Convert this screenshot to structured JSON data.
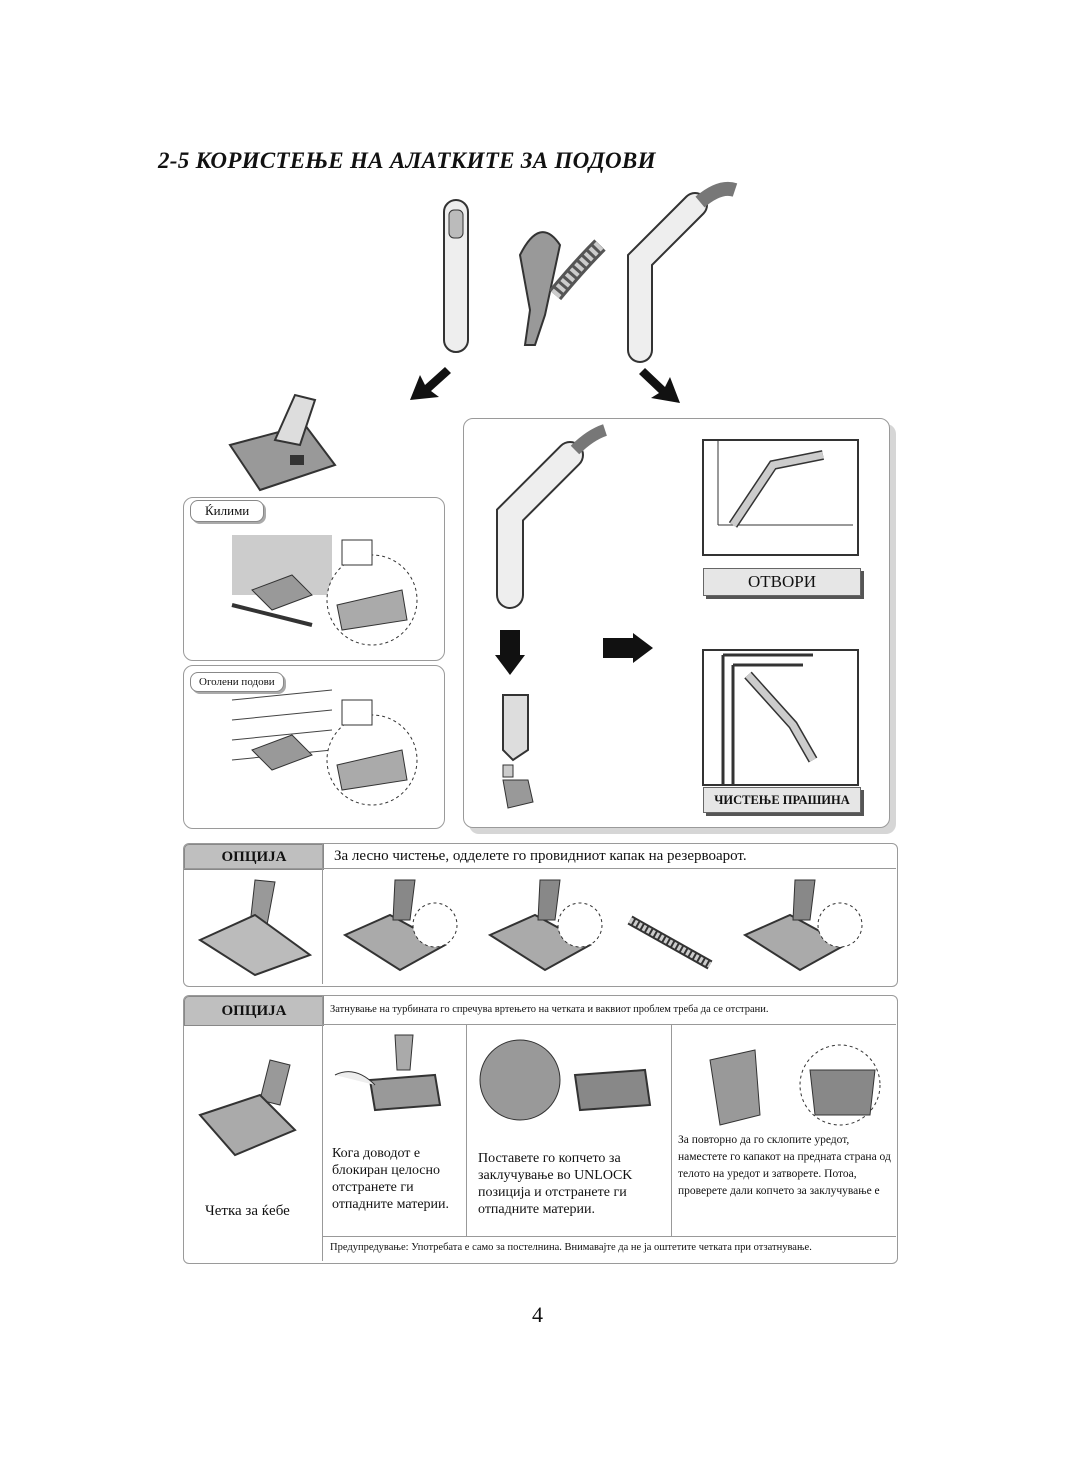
{
  "header": {
    "title": "2-5 КОРИСТЕЊЕ НА АЛАТКИТЕ ЗА ПОДОВИ"
  },
  "labels": {
    "carpets": "Ќилими",
    "bare_floors": "Оголени подови",
    "open": "ОТВОРИ",
    "dust_cleaning": "ЧИСТЕЊЕ ПРАШИНА"
  },
  "option1": {
    "head": "ОПЦИЈА",
    "text": "За лесно чистење, одделете го провидниот капак на резервоарот."
  },
  "option2": {
    "head": "ОПЦИЈА",
    "text": "Затнување на турбината го спречува вртењето на четката и ваквиот проблем треба да се отстрани.",
    "brush_label": "Четка за ќебе",
    "steps": [
      "Кога доводот е блокиран целосно отстранете ги отпадните материи.",
      "Поставете го копчето за заклучување во UNLOCK позиција и отстранете ги отпадните материи.",
      "За повторно да го склопите уредот, наместете го капакот на предната страна од телото на уредот и затворете. Потоа, проверете дали копчето за заклучување е"
    ],
    "warning": "Предупредување: Употребата е само за постелнина. Внимавајте да не ја оштетите четката при отзатнување."
  },
  "footer": {
    "page_number": "4"
  }
}
